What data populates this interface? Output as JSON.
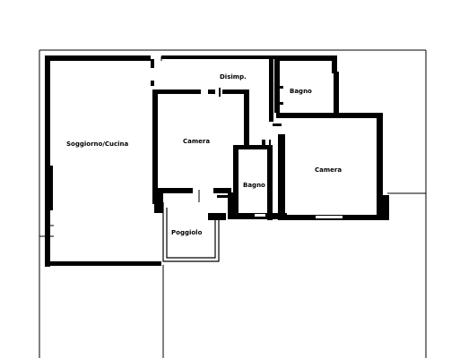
{
  "rooms": {
    "soggiorno": "Soggiorno/Cucina",
    "camera_left": "Camera",
    "disimp": "Disimp.",
    "bagno_top": "Bagno",
    "bagno_small": "Bagno",
    "camera_right": "Camera",
    "poggiolo": "Poggiolo"
  }
}
